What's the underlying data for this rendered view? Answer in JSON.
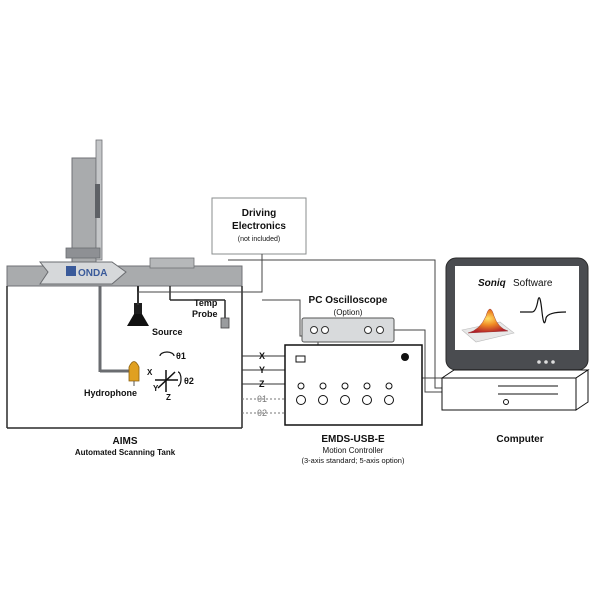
{
  "driving_electronics": {
    "line1": "Driving",
    "line2": "Electronics",
    "note": "(not included)"
  },
  "tank": {
    "brand": "ONDA",
    "source_label": "Source",
    "temp_probe_line1": "Temp",
    "temp_probe_line2": "Probe",
    "hydrophone_label": "Hydrophone",
    "theta1": "θ1",
    "theta2": "θ2",
    "axis_x": "X",
    "axis_y": "Y",
    "axis_z": "Z",
    "title": "AIMS",
    "subtitle": "Automated Scanning Tank"
  },
  "axes_lines": {
    "x": "X",
    "y": "Y",
    "z": "Z",
    "theta1": "θ1",
    "theta2": "θ2"
  },
  "oscilloscope": {
    "title": "PC Oscilloscope",
    "option": "(Option)"
  },
  "controller": {
    "title": "EMDS-USB-E",
    "subtitle": "Motion Controller",
    "note": "(3-axis standard; 5-axis option)"
  },
  "computer": {
    "software_brand": "Soniq",
    "software_word": "Software",
    "label": "Computer"
  },
  "colors": {
    "panel_gray": "#a9abad",
    "dark_gray": "#5e6166",
    "frame_dark": "#2a2a2a",
    "hydrophone": "#e0a020",
    "onda_blue": "#3a5a9a"
  }
}
